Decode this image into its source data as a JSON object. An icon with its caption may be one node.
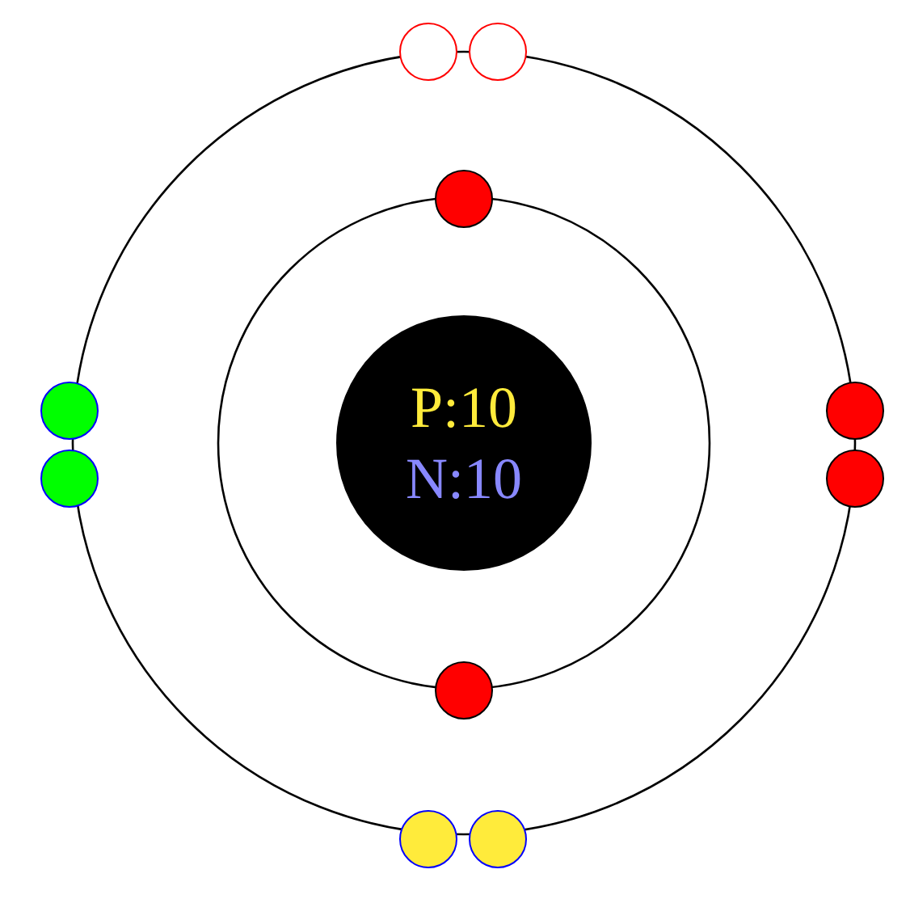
{
  "diagram": {
    "nodes": [
      {
        "text": [
          "P:10",
          "N:10"
        ]
      },
      {
        "text": [],
        "shape": "circle"
      },
      {
        "text": [],
        "shape": "circle"
      },
      {
        "text": [],
        "shape": "circle"
      },
      {
        "text": [],
        "shape": "circle"
      },
      {
        "text": [],
        "shape": "circle"
      },
      {
        "text": [],
        "shape": "circle"
      },
      {
        "text": [],
        "shape": "circle"
      },
      {
        "text": [],
        "shape": "circle"
      },
      {
        "text": [],
        "shape": "circle"
      },
      {
        "text": [],
        "shape": "circle"
      }
    ]
  }
}
